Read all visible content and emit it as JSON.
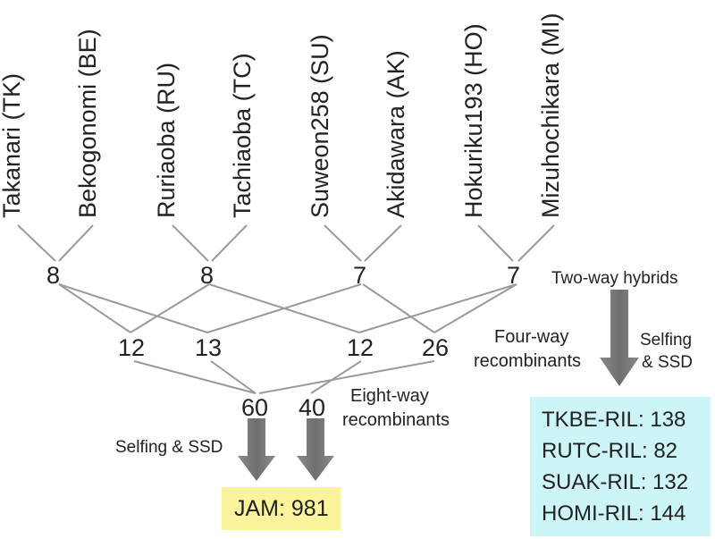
{
  "parents": [
    "Takanari (TK)",
    "Bekogonomi (BE)",
    "Ruriaoba (RU)",
    "Tachiaoba (TC)",
    "Suweon258 (SU)",
    "Akidawara (AK)",
    "Hokuriku193 (HO)",
    "Mizuhochikara (MI)"
  ],
  "two_way": [
    "8",
    "8",
    "7",
    "7"
  ],
  "four_way": [
    "12",
    "13",
    "12",
    "26"
  ],
  "eight_way": [
    "60",
    "40"
  ],
  "labels": {
    "two_way_hybrids": "Two-way hybrids",
    "four_way_line1": "Four-way",
    "four_way_line2": "recombinants",
    "eight_way_line1": "Eight-way",
    "eight_way_line2": "recombinants",
    "selfing_ssd_left": "Selfing & SSD",
    "selfing_line1": "Selfing",
    "selfing_line2": "& SSD"
  },
  "jam": "JAM: 981",
  "ril_list": [
    "TKBE-RIL: 138",
    "RUTC-RIL: 82",
    "SUAK-RIL: 132",
    "HOMI-RIL: 144"
  ],
  "colors": {
    "jam_box": "#fbf49c",
    "ril_box": "#cdf5f7",
    "arrow": "#7a7a7a",
    "line": "#9a9a9a"
  }
}
